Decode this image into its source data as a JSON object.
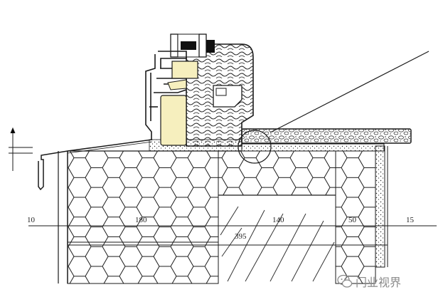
{
  "diagram": {
    "dimensions": {
      "d10": "10",
      "d180": "180",
      "d140": "140",
      "d50": "50",
      "d15": "15",
      "d395": "395"
    },
    "colors": {
      "line": "#1a1a1a",
      "frame_fill": "#f6efbe",
      "gravel_fill": "#ffffff",
      "background": "#ffffff"
    }
  },
  "watermark": {
    "icon": "wechat-logo-icon",
    "text": "门业视界"
  }
}
